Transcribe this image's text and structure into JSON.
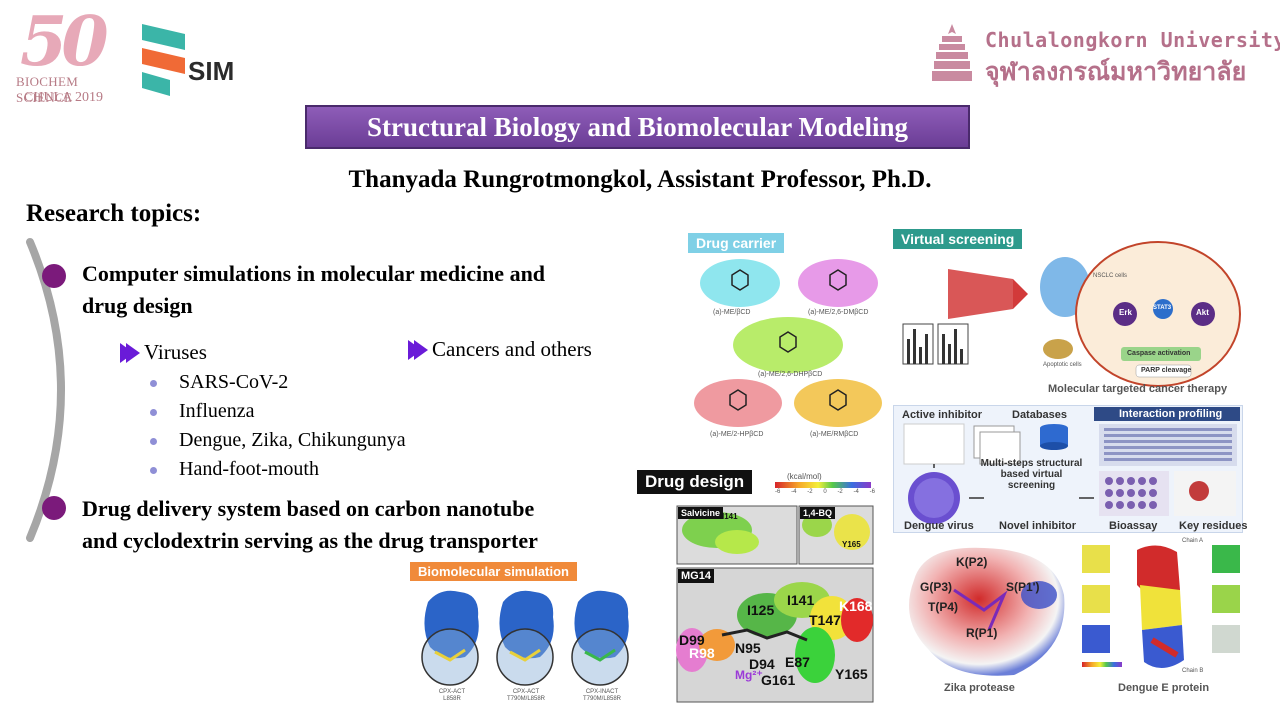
{
  "logos": {
    "biochem_number": "50",
    "biochem_line1": "BIOCHEM SCIENCE",
    "biochem_line2": "CHULA 2019",
    "biosim_text": "SIM",
    "cu_english": "Chulalongkorn University",
    "cu_thai": "จุฬาลงกรณ์มหาวิทยาลัย"
  },
  "title": "Structural Biology and Biomolecular Modeling",
  "author": "Thanyada Rungrotmongkol, Assistant Professor, Ph.D.",
  "research_heading": "Research topics:",
  "topics": [
    {
      "line1": "Computer simulations in molecular medicine and",
      "line2": "drug design"
    },
    {
      "line1": "Drug delivery system based on carbon nanotube",
      "line2": "and cyclodextrin serving as the drug transporter"
    }
  ],
  "subheads": {
    "viruses": "Viruses",
    "cancers": "Cancers and others"
  },
  "virus_items": [
    "SARS-CoV-2",
    "Influenza",
    "Dengue, Zika, Chikungunya",
    "Hand-foot-mouth"
  ],
  "figures": {
    "drug_carrier": {
      "label": "Drug carrier",
      "captions": [
        "(a)-ME/βCD",
        "(a)-ME/2,6-DMβCD",
        "(a)-ME/2,6-DHPβCD",
        "(a)-ME/2-HPβCD",
        "(a)-ME/RMβCD"
      ]
    },
    "virtual_screening": {
      "label": "Virtual screening",
      "caption": "Molecular targeted cancer therapy",
      "cell_labels": [
        "NSCLC cells",
        "Erk",
        "STAT3",
        "Akt",
        "Caspase activation",
        "PARP cleavage",
        "Apoptotic cells"
      ]
    },
    "dengue_screening": {
      "active_inhibitor": "Active inhibitor",
      "databases": "Databases",
      "interaction_profiling": "Interaction profiling",
      "multisteps": "Multi-steps structural based virtual screening",
      "dengue_virus": "Dengue virus",
      "novel_inhibitor": "Novel inhibitor",
      "bioassay": "Bioassay",
      "key_residues": "Key residues"
    },
    "drug_design": {
      "label": "Drug design",
      "panel_salvicine": "Salvicine",
      "panel_14bq": "1,4-BQ",
      "panel_mg14": "MG14",
      "colorbar_label": "(kcal/mol)",
      "colorbar_ticks": [
        "-6",
        "-4",
        "-2",
        "0",
        "-2",
        "-4",
        "-6"
      ],
      "residues": [
        "I141",
        "I125",
        "K168",
        "T147",
        "D99",
        "R98",
        "N95",
        "D94",
        "E87",
        "Y165",
        "G161",
        "Mg²⁺"
      ],
      "top_residues": [
        "I141",
        "Y165"
      ]
    },
    "zika": {
      "caption": "Zika protease",
      "sites": [
        "K(P2)",
        "G(P3)",
        "S(P1')",
        "T(P4)",
        "R(P1)"
      ]
    },
    "dengue_e": {
      "caption": "Dengue E protein",
      "chain_a": "Chain A",
      "chain_b": "Chain B"
    },
    "biomolecular": {
      "label": "Biomolecular simulation",
      "captions": [
        "CPX-ACT L858R",
        "CPX-ACT T790M/L858R",
        "CPX-INACT T790M/L858R"
      ]
    }
  },
  "colors": {
    "banner": "#7b4aa8",
    "bullet": "#7b1a7b",
    "arrow": "#6a1bd8",
    "cu_pink": "#b5708a",
    "drug_carrier_label": "#7fd0e6",
    "virtual_screening_label": "#2d9a8c",
    "biomolecular_label": "#f08a3a"
  }
}
